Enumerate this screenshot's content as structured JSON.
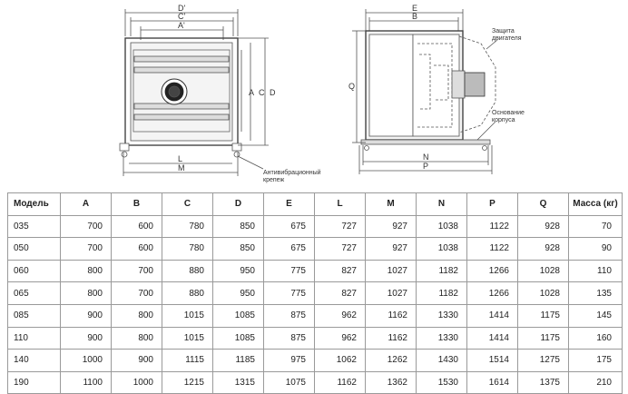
{
  "drawing": {
    "front_view": {
      "dims": {
        "d_prime": "D'",
        "c_prime": "C'",
        "a_prime": "A'",
        "a": "A",
        "c": "C",
        "d": "D",
        "l": "L",
        "m": "M"
      },
      "callout_mount": "Антивибрационный",
      "callout_mount2": "крепеж"
    },
    "side_view": {
      "dims": {
        "e": "E",
        "b": "B",
        "q": "Q",
        "n": "N",
        "p": "P"
      },
      "callout_motor": "Защита",
      "callout_motor2": "двигателя",
      "callout_base": "Основание",
      "callout_base2": "корпуса"
    }
  },
  "table": {
    "headers": [
      "Модель",
      "A",
      "B",
      "C",
      "D",
      "E",
      "L",
      "M",
      "N",
      "P",
      "Q",
      "Масса (кг)"
    ],
    "rows": [
      [
        "035",
        "700",
        "600",
        "780",
        "850",
        "675",
        "727",
        "927",
        "1038",
        "1122",
        "928",
        "70"
      ],
      [
        "050",
        "700",
        "600",
        "780",
        "850",
        "675",
        "727",
        "927",
        "1038",
        "1122",
        "928",
        "90"
      ],
      [
        "060",
        "800",
        "700",
        "880",
        "950",
        "775",
        "827",
        "1027",
        "1182",
        "1266",
        "1028",
        "110"
      ],
      [
        "065",
        "800",
        "700",
        "880",
        "950",
        "775",
        "827",
        "1027",
        "1182",
        "1266",
        "1028",
        "135"
      ],
      [
        "085",
        "900",
        "800",
        "1015",
        "1085",
        "875",
        "962",
        "1162",
        "1330",
        "1414",
        "1175",
        "145"
      ],
      [
        "110",
        "900",
        "800",
        "1015",
        "1085",
        "875",
        "962",
        "1162",
        "1330",
        "1414",
        "1175",
        "160"
      ],
      [
        "140",
        "1000",
        "900",
        "1115",
        "1185",
        "975",
        "1062",
        "1262",
        "1430",
        "1514",
        "1275",
        "175"
      ],
      [
        "190",
        "1100",
        "1000",
        "1215",
        "1315",
        "1075",
        "1162",
        "1362",
        "1530",
        "1614",
        "1375",
        "210"
      ]
    ]
  }
}
